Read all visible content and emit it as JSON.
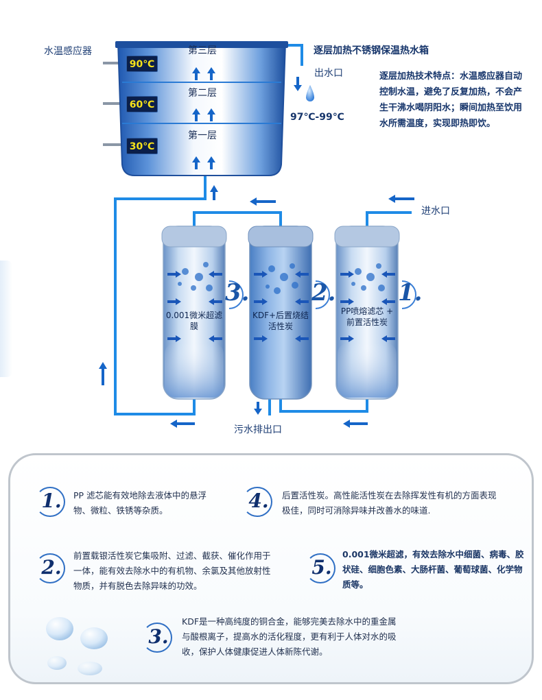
{
  "tank": {
    "sensor_label": "水温感应器",
    "layers": [
      "第三层",
      "第二层",
      "第一层"
    ],
    "temps": [
      "90℃",
      "60℃",
      "30℃"
    ],
    "title": "逐层加热不锈钢保温热水箱",
    "outlet": "出水口",
    "temp_range": "97℃-99℃",
    "feature_text": "逐层加热技术特点：水温感应器自动控制水温，避免了反复加热，不会产生干沸水喝阴阳水；瞬间加热至饮用水所需温度，实现即热即饮。"
  },
  "filters": {
    "inlet": "进水口",
    "drain": "污水排出口",
    "items": [
      {
        "step": "3.",
        "text": "0.001微米超滤膜"
      },
      {
        "step": "2.",
        "text": "KDF+后置烧结活性炭"
      },
      {
        "step": "1.",
        "text": "PP喷熔滤芯 + 前置活性炭"
      }
    ]
  },
  "descriptions": [
    {
      "num": "1.",
      "text": "PP 滤芯能有效地除去液体中的悬浮物、微粒、铁锈等杂质。"
    },
    {
      "num": "4.",
      "text": "后置活性炭。高性能活性炭在去除挥发性有机的方面表现极佳，同时可消除异味并改善水的味道."
    },
    {
      "num": "2.",
      "text": "前置载银活性炭它集吸附、过滤、截获、催化作用于一体，能有效去除水中的有机物、余氯及其他放射性物质，并有脱色去除异味的功效。"
    },
    {
      "num": "5.",
      "text": "0.001微米超滤，有效去除水中细菌、病毒、胶状硅、细胞色素、大肠杆菌、葡萄球菌、化学物质等。"
    },
    {
      "num": "3.",
      "text": "KDF是一种高纯度的铜合金，能够完美去除水中的重金属与酸根离子，提高水的活化程度，更有利于人体对水的吸收，保护人体健康促进人体新陈代谢。"
    }
  ],
  "colors": {
    "pipe": "#1e8be6",
    "arrow": "#1565c8",
    "tank_dark": "#2a62b3",
    "accent": "#1a56a8"
  }
}
